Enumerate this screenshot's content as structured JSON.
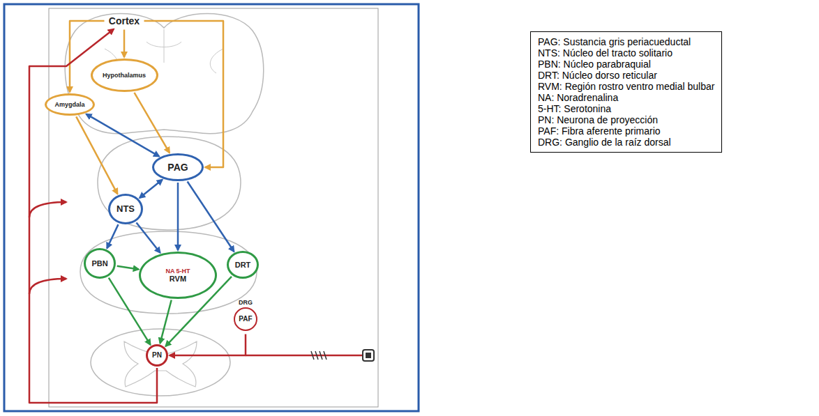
{
  "diagram": {
    "nodes": [
      {
        "text": [
          "Cortex"
        ]
      },
      {
        "text": [
          "Amygdala"
        ]
      },
      {
        "text": [
          "Hypothalamus"
        ]
      },
      {
        "text": [
          "PAG"
        ]
      },
      {
        "text": [
          "NTS"
        ]
      },
      {
        "text": [
          "PBN"
        ]
      },
      {
        "text": [
          "NA 5-HT",
          "RVM"
        ]
      },
      {
        "text": [
          "DRT"
        ]
      },
      {
        "text": [
          "DRG",
          "PAF"
        ]
      },
      {
        "text": [
          "PN"
        ]
      },
      {
        "text": [
          "PAG: Sustancia gris periacueductal",
          "NTS: Núcleo del tracto solitario",
          "PBN: Núcleo parabraquial",
          "DRT: Núcleo dorso reticular",
          "RVM: Región rostro ventro medial bulbar",
          "NA: Noradrenalina",
          "5-HT: Serotonina",
          "PN: Neurona de proyección",
          "PAF: Fibra aferente primario",
          "DRG: Ganglio de la raíz dorsal"
        ]
      }
    ],
    "edges": [
      {
        "from": 0,
        "to": 1,
        "arrow": "to"
      },
      {
        "from": 0,
        "to": 2,
        "arrow": "to"
      },
      {
        "from": 0,
        "to": 3,
        "arrow": "to"
      },
      {
        "from": 2,
        "to": 3,
        "arrow": "to"
      },
      {
        "from": 1,
        "to": 4,
        "arrow": "to"
      },
      {
        "from": 1,
        "to": 3,
        "arrow": "both"
      },
      {
        "from": 3,
        "to": 4,
        "arrow": "both"
      },
      {
        "from": 3,
        "to": 6,
        "arrow": "to"
      },
      {
        "from": 3,
        "to": 7,
        "arrow": "to"
      },
      {
        "from": 4,
        "to": 5,
        "arrow": "to"
      },
      {
        "from": 4,
        "to": 6,
        "arrow": "to"
      },
      {
        "from": 5,
        "to": 6,
        "arrow": "to"
      },
      {
        "from": 5,
        "to": 9,
        "arrow": "to"
      },
      {
        "from": 6,
        "to": 9,
        "arrow": "to"
      },
      {
        "from": 7,
        "to": 9,
        "arrow": "to"
      },
      {
        "from": 8,
        "to": 9,
        "arrow": "to"
      },
      {
        "from": 9,
        "to": 0,
        "arrow": "to"
      }
    ]
  }
}
